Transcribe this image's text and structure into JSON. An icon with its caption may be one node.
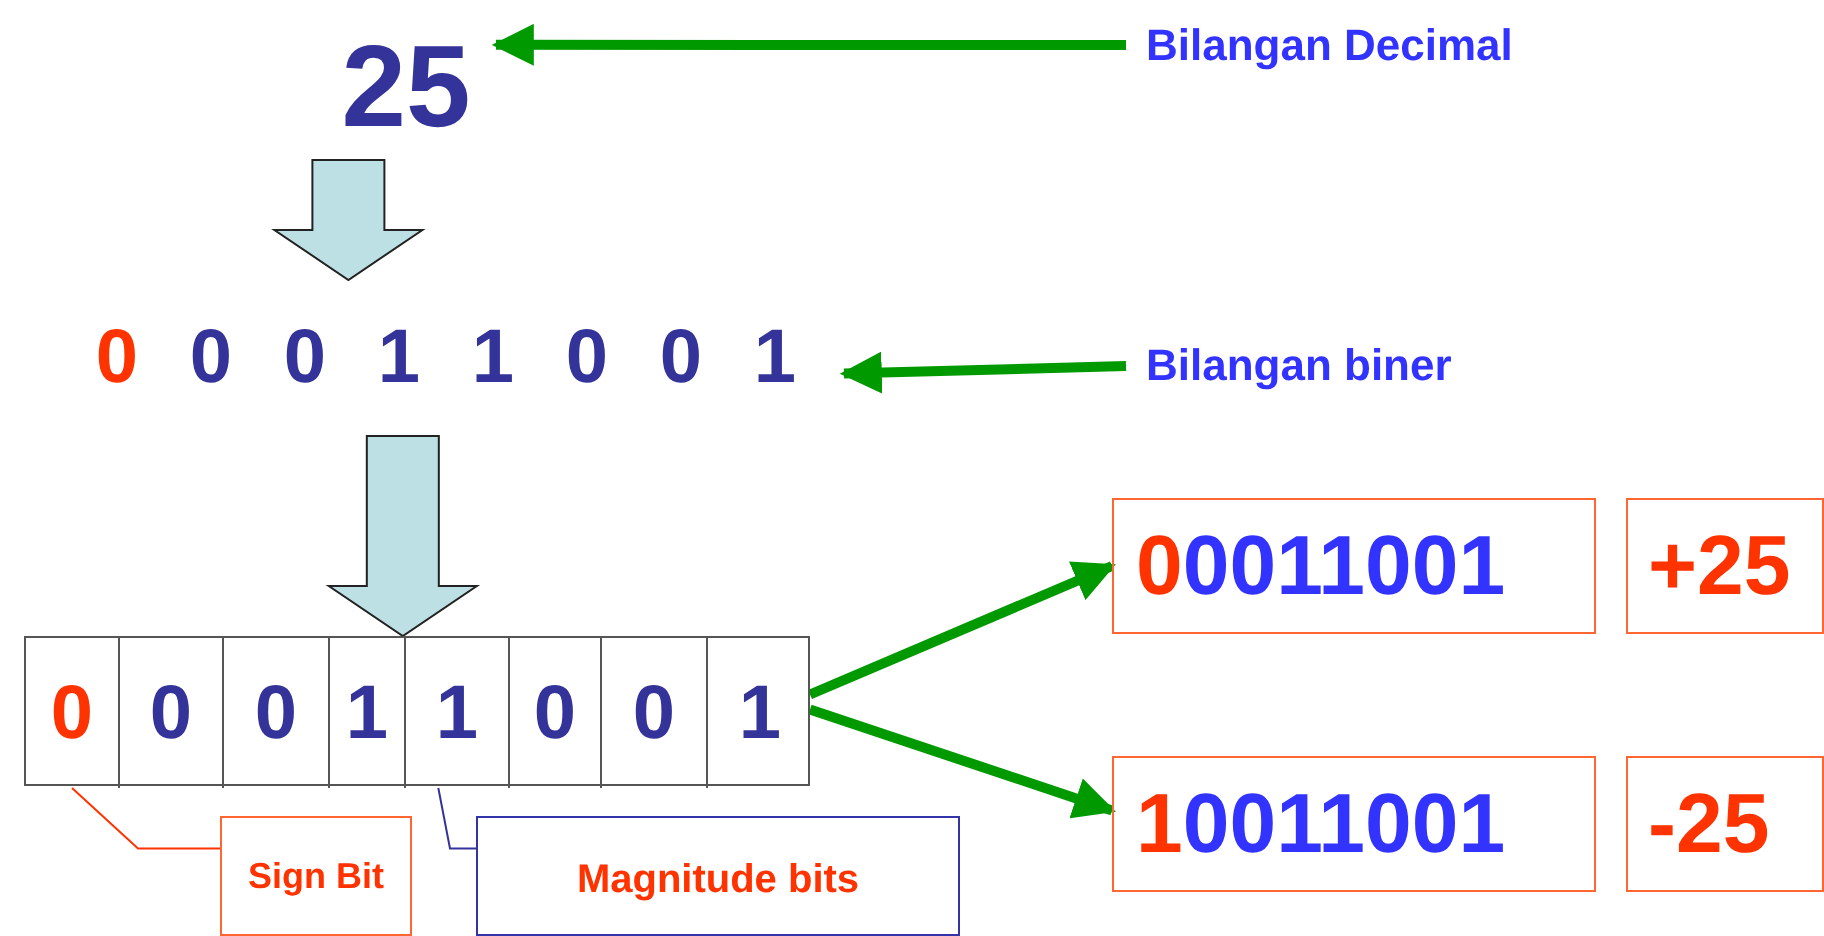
{
  "diagram": {
    "nodes": [
      {
        "text": [
          "25"
        ]
      },
      {
        "text": [
          "Bilangan Decimal"
        ]
      },
      {
        "text": [
          "0",
          "0",
          "0",
          "1",
          "1",
          "0",
          "0",
          "1"
        ]
      },
      {
        "text": [
          "Bilangan biner"
        ]
      },
      {
        "text": [],
        "shape": "box"
      },
      {
        "text": [
          "0"
        ],
        "in": 4
      },
      {
        "text": [
          "0"
        ],
        "in": 4
      },
      {
        "text": [
          "0"
        ],
        "in": 4
      },
      {
        "text": [
          "1"
        ],
        "in": 4
      },
      {
        "text": [
          "1"
        ],
        "in": 4
      },
      {
        "text": [
          "0"
        ],
        "in": 4
      },
      {
        "text": [
          "0"
        ],
        "in": 4
      },
      {
        "text": [
          "1"
        ],
        "in": 4
      },
      {
        "text": [
          "0",
          "0011001"
        ]
      },
      {
        "text": [
          "+25"
        ]
      },
      {
        "text": [
          "1",
          "0011001"
        ]
      },
      {
        "text": [
          "-25"
        ]
      },
      {
        "text": [
          "Sign Bit"
        ]
      },
      {
        "text": [
          "Magnitude bits"
        ]
      }
    ],
    "edges": [
      {
        "from": 0,
        "to": 2,
        "arrow": "to",
        "style": "thick",
        "color": "#bde0e4"
      },
      {
        "from": 2,
        "to": 4,
        "arrow": "to",
        "style": "thick",
        "color": "#bde0e4"
      },
      {
        "from": 1,
        "to": 0,
        "arrow": "to"
      },
      {
        "from": 3,
        "to": 2,
        "arrow": "to"
      },
      {
        "from": 4,
        "to": 13,
        "arrow": "to"
      },
      {
        "from": 4,
        "to": 15,
        "arrow": "to"
      },
      {
        "from": 17,
        "to": 5,
        "arrow": "none",
        "color": "#ff3300"
      },
      {
        "from": 18,
        "to": 9,
        "arrow": "none",
        "color": "#333399"
      }
    ]
  }
}
